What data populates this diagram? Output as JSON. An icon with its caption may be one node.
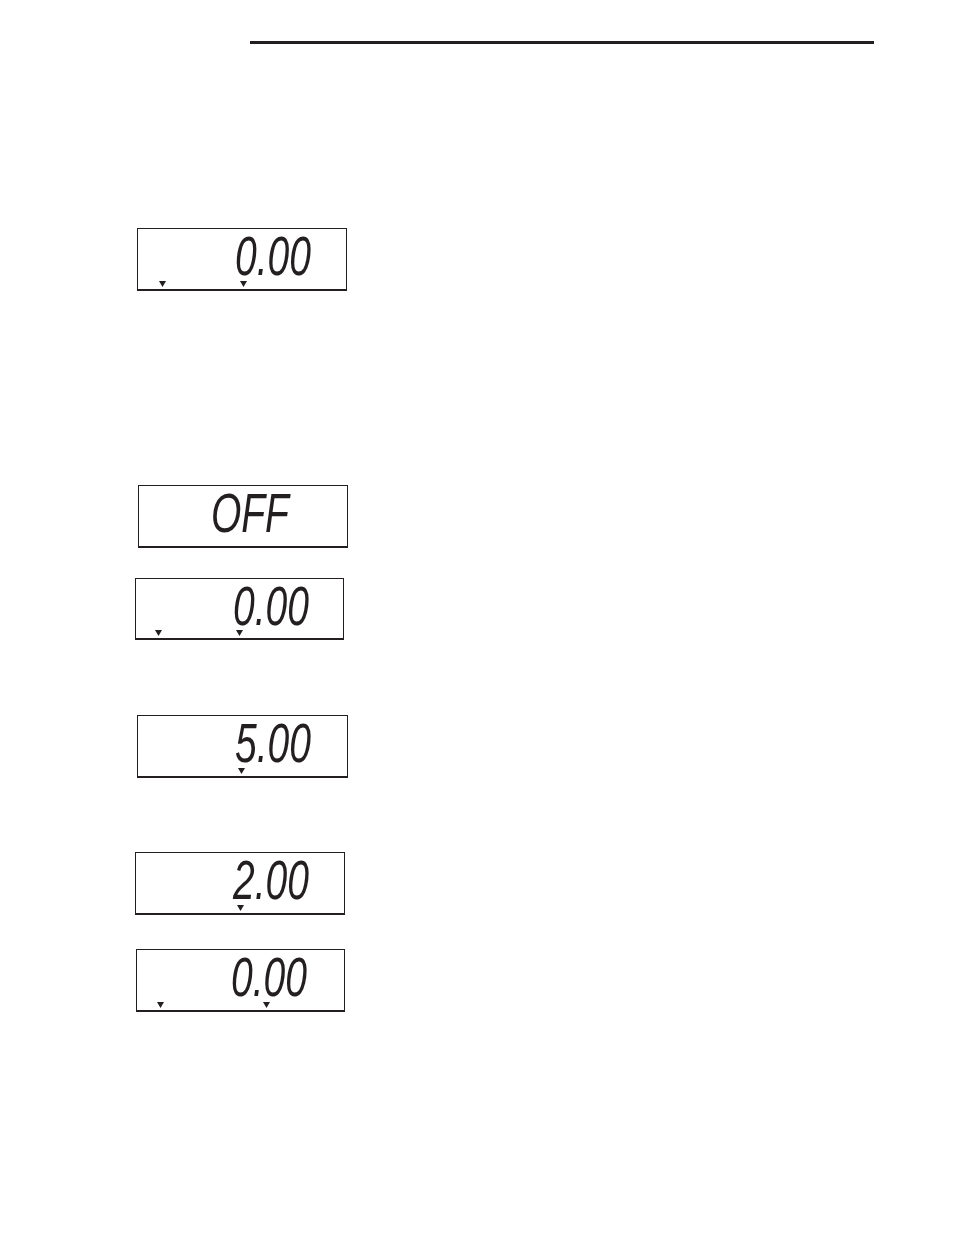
{
  "diagram": {
    "nodes": [
      {
        "text": [
          "0.00"
        ]
      },
      {
        "text": [
          "OFF"
        ]
      },
      {
        "text": [
          "0.00"
        ]
      },
      {
        "text": [
          "5.00"
        ]
      },
      {
        "text": [
          "2.00"
        ]
      },
      {
        "text": [
          "0.00"
        ]
      }
    ]
  }
}
